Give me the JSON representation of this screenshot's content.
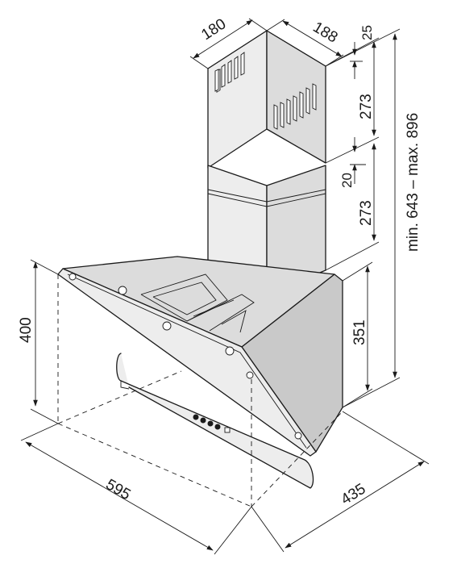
{
  "dimensions": {
    "chimney_width": "180",
    "chimney_depth": "188",
    "top_gap": "25",
    "upper_chimney_height": "273",
    "overlap": "20",
    "lower_chimney_height": "273",
    "total_height": "min. 643 – max. 896",
    "hood_front_height": "400",
    "hood_side_height": "351",
    "hood_width": "595",
    "hood_depth": "435"
  },
  "colors": {
    "stroke": "#1a1a1a",
    "panel_light": "#ededed",
    "panel_mid": "#dcdcdc",
    "panel_dark": "#c9c9c9"
  }
}
